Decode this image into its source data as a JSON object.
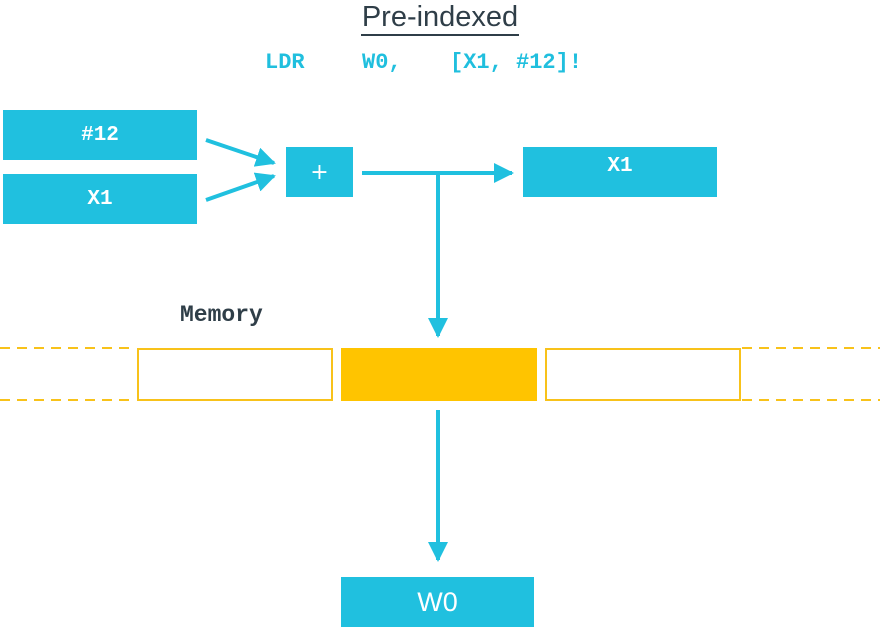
{
  "title": "Pre-indexed",
  "instruction": {
    "mnemonic": "LDR",
    "dest": "W0,",
    "operand": "[X1, #12]!"
  },
  "inputs": {
    "offset": "#12",
    "base": "X1"
  },
  "adder_label": "+",
  "writeback_register": "X1",
  "memory_label": "Memory",
  "result_register": "W0",
  "colors": {
    "accent": "#20c0df",
    "memory_outline": "#f8c21a",
    "memory_selected": "#ffc400",
    "text_dark": "#2f3e48"
  }
}
